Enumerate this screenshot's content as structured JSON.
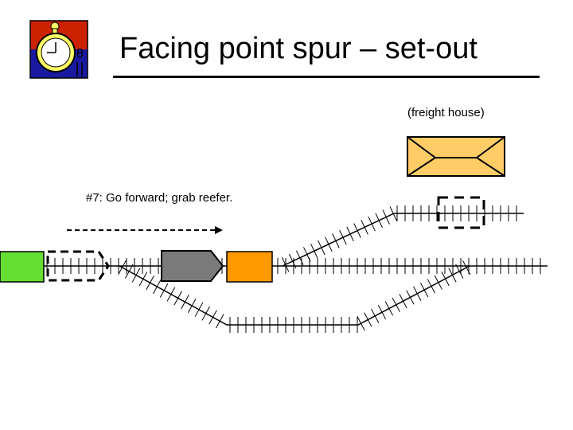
{
  "title": "Facing point spur – set-out",
  "freight_house_label": "(freight house)",
  "step_caption": "#7:  Go forward;  grab reefer.",
  "logo": {
    "icon": "stopwatch-icon"
  },
  "colors": {
    "locomotive": "#7a7a7a",
    "reefer": "#ff9900",
    "green_car": "#66dd33",
    "freight_house": "#ffcc66",
    "logo_top": "#cc2200",
    "logo_bottom": "#1a1aa0",
    "logo_face": "#ffff66"
  }
}
